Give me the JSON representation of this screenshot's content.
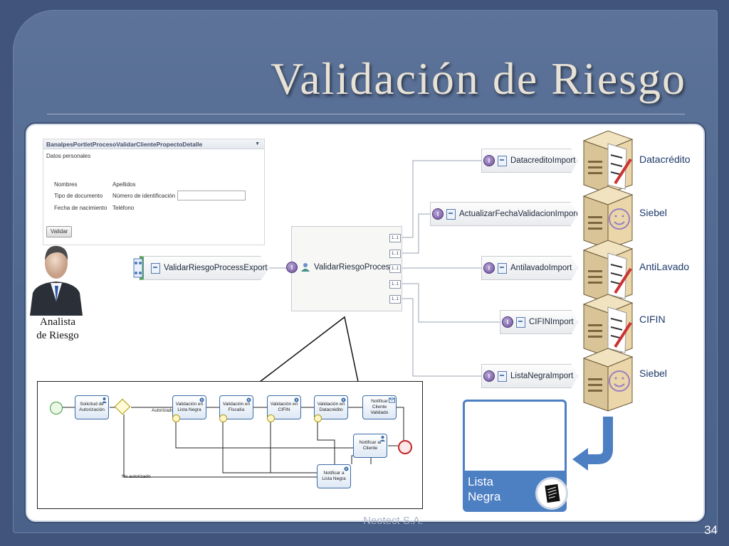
{
  "slide": {
    "title": "Validación de Riesgo",
    "footer": "Neotect S.A.",
    "page_number": "34"
  },
  "form": {
    "portlet_title": "BanalpesPortletProcesoValidarClientePropectoDetalle",
    "section": "Datos personales",
    "labels": {
      "nombres": "Nombres",
      "apellidos": "Apellidos",
      "tipo_documento": "Tipo de documento",
      "numero_identificacion": "Número de identificación",
      "fecha_nacimiento": "Fecha de nacimiento",
      "telefono": "Teléfono"
    },
    "button": "Validar"
  },
  "analyst": {
    "line1": "Analista",
    "line2": "de Riesgo"
  },
  "process": {
    "export": "ValidarRiesgoProcessExport",
    "main": "ValidarRiesgoProcess",
    "ports": [
      "1..1",
      "1..1",
      "1..1",
      "1..1",
      "1..1"
    ],
    "imports": [
      {
        "name": "DatacreditoImport",
        "system": "Datacrédito",
        "icon": "server-checklist-icon"
      },
      {
        "name": "ActualizarFechaValidacionImport",
        "system": "Siebel",
        "icon": "server-smiley-icon"
      },
      {
        "name": "AntilavadoImport",
        "system": "AntiLavado",
        "icon": "server-checklist-icon"
      },
      {
        "name": "CIFINImport",
        "system": "CIFIN",
        "icon": "server-checklist-icon"
      },
      {
        "name": "ListaNegraImport",
        "system": "Siebel",
        "icon": "server-smiley-icon"
      }
    ]
  },
  "bpmn": {
    "tasks": {
      "solicitud": "Solicitud de Autorización",
      "lista_negra": "Validación en Lista Negra",
      "fiscalia": "Validación en Fiscalía",
      "cifin": "Validación en CIFIN",
      "datacredito": "Validación en Datacrédito",
      "notificar_validado": "Notificar Cliente Validado",
      "notificar_cliente": "Notificar al Cliente",
      "notificar_lista": "Notificar a Lista Negra"
    },
    "labels": {
      "autorizado": "Autorizado",
      "no_autorizado": "No autorizado"
    }
  },
  "lista_negra": {
    "line1": "Lista",
    "line2": "Negra"
  },
  "colors": {
    "slide_bg": "#41547b",
    "panel_border": "#d6dde8",
    "accent": "#4d7fc3",
    "badge": "#6d4f9a"
  }
}
